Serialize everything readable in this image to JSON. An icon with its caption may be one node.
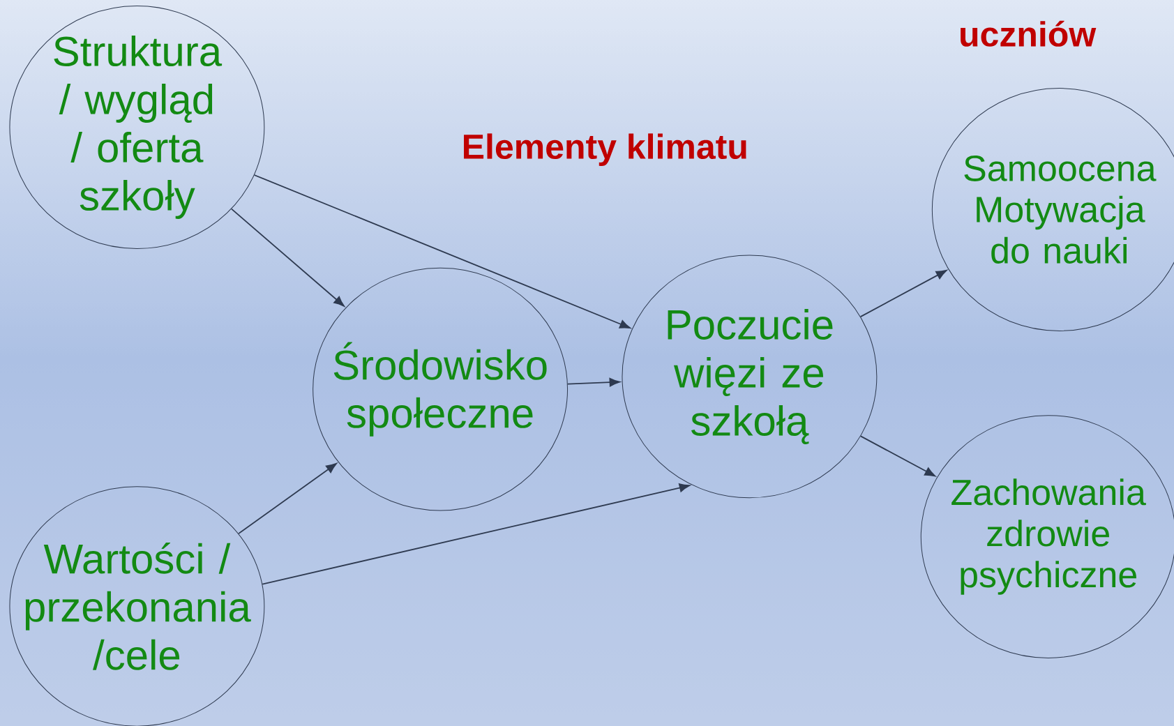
{
  "diagram": {
    "title": "Elementy klimatu",
    "nodes": [
      {
        "text": [
          "Struktura / wygląd / oferta szkoły"
        ]
      },
      {
        "text": [
          "Środowisko społeczne"
        ]
      },
      {
        "text": [
          "Wartości / przekonania /cele"
        ]
      },
      {
        "text": [
          "Poczucie więzi ze szkołą"
        ]
      },
      {
        "text": [
          "Samoocena",
          "Motywacja do nauki"
        ]
      },
      {
        "text": [
          "Zachowania zdrowie psychiczne"
        ]
      }
    ],
    "edges": [
      {
        "from": 0,
        "to": 3,
        "arrow": "to"
      },
      {
        "from": 0,
        "to": 1,
        "arrow": "to"
      },
      {
        "from": 2,
        "to": 1,
        "arrow": "to"
      },
      {
        "from": 2,
        "to": 3,
        "arrow": "to"
      },
      {
        "from": 1,
        "to": 3,
        "arrow": "to"
      },
      {
        "from": 3,
        "to": 4,
        "arrow": "to"
      },
      {
        "from": 3,
        "to": 5,
        "arrow": "to"
      }
    ],
    "labels": [
      "uczniów"
    ]
  }
}
